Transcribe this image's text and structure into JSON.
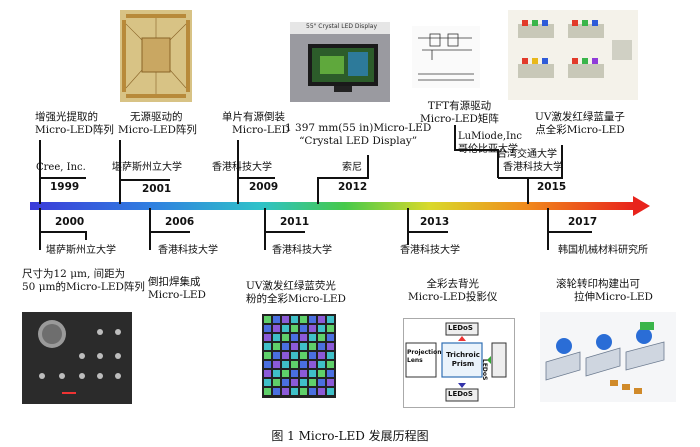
{
  "colors": {
    "timeline_gradient": [
      "#3b3bd9",
      "#2f7fe0",
      "#2fc2c9",
      "#46c94a",
      "#d9d92b",
      "#f08a1c",
      "#e8231c"
    ],
    "line": "#111111"
  },
  "events": {
    "y1999": {
      "year": "1999",
      "org": "Cree, Inc.",
      "desc_1": "增强光提取的",
      "desc_2": "Micro-LED阵列"
    },
    "y2000": {
      "year": "2000",
      "org": "堪萨斯州立大学",
      "desc_1": "尺寸为12 μm, 间距为",
      "desc_2": "50 μm的Micro-LED阵列"
    },
    "y2001": {
      "year": "2001",
      "org": "堪萨斯州立大学",
      "desc_1": "无源驱动的",
      "desc_2": "Micro-LED阵列"
    },
    "y2006": {
      "year": "2006",
      "org": "香港科技大学",
      "desc_1": "倒扣焊集成",
      "desc_2": "Micro-LED"
    },
    "y2009": {
      "year": "2009",
      "org": "香港科技大学",
      "desc_1": "单片有源倒装",
      "desc_2": "Micro-LED"
    },
    "y2011": {
      "year": "2011",
      "org": "香港科技大学",
      "desc_1": "UV激发红绿蓝荧光",
      "desc_2": "粉的全彩Micro-LED"
    },
    "y2012": {
      "year": "2012",
      "org": "索尼",
      "desc_1": "1 397 mm(55 in)Micro-LED",
      "desc_2": "“Crystal LED Display”"
    },
    "y2013": {
      "year": "2013",
      "org": "香港科技大学",
      "desc_1": "全彩去背光",
      "desc_2": "Micro-LED投影仪"
    },
    "y2015": {
      "year": "2015",
      "org_1": "LuMiode,Inc",
      "org_2": "哥伦比亚大学",
      "org_3": "台湾交通大学",
      "org_4": "香港科技大学",
      "desc_tft_1": "TFT有源驱动",
      "desc_tft_2": "Micro-LED矩阵",
      "desc_uv_1": "UV激发红绿蓝量子",
      "desc_uv_2": "点全彩Micro-LED"
    },
    "y2017": {
      "year": "2017",
      "org": "韩国机械材料研究所",
      "desc_1": "滚轮转印构建出可",
      "desc_2": "拉伸Micro-LED"
    }
  },
  "image_labels": {
    "tv_caption": "55\" Crystal LED Display",
    "proj_top": "LEDoS",
    "proj_bottom": "LEDoS",
    "proj_side": "LEDoS",
    "proj_left_1": "Projection",
    "proj_left_2": "Lens",
    "proj_prism_1": "Trichroic",
    "proj_prism_2": "Prism"
  },
  "caption": "图 1    Micro-LED 发展历程图"
}
